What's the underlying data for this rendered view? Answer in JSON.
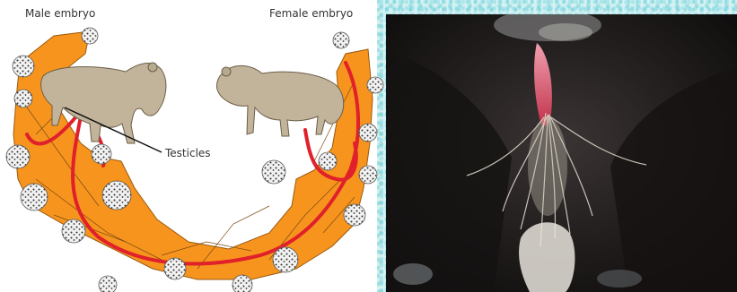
{
  "diagram": {
    "male_label": "Male embryo",
    "female_label": "Female embryo",
    "testicles_label": "Testicles",
    "colors": {
      "placenta": "#f7941d",
      "vessel": "#e0202a",
      "embryo": "#c2b49a",
      "cotyledon": "#eeeeee"
    }
  },
  "photo": {
    "colors": {
      "hair": "#2a2626",
      "skin_pink": "#e8788a"
    }
  }
}
